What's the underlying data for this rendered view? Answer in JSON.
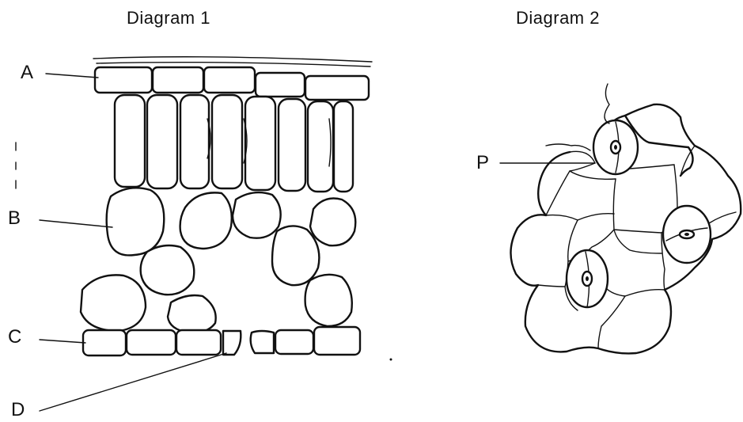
{
  "diagram1": {
    "title": "Diagram 1",
    "labels": {
      "a": "A",
      "b": "B",
      "c": "C",
      "d": "D"
    }
  },
  "diagram2": {
    "title": "Diagram 2",
    "labels": {
      "p": "P"
    }
  }
}
